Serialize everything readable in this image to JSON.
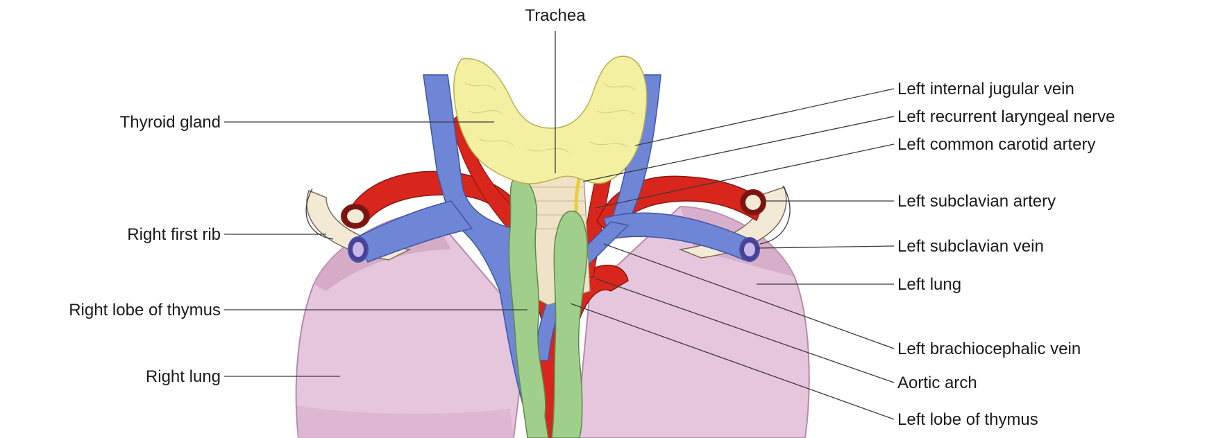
{
  "labels": {
    "trachea": "Trachea",
    "thyroid_gland": "Thyroid gland",
    "right_first_rib": "Right first rib",
    "right_lobe_of_thymus": "Right lobe of thymus",
    "right_lung": "Right lung",
    "left_internal_jugular_vein": "Left internal jugular vein",
    "left_recurrent_laryngeal_nerve": "Left recurrent laryngeal nerve",
    "left_common_carotid_artery": "Left common carotid artery",
    "left_subclavian_artery": "Left subclavian artery",
    "left_subclavian_vein": "Left subclavian vein",
    "left_lung": "Left lung",
    "left_brachiocephalic_vein": "Left brachiocephalic vein",
    "aortic_arch": "Aortic arch",
    "left_lobe_of_thymus": "Left lobe of thymus"
  },
  "colors": {
    "lung": "#e6c6dc",
    "lung_shade": "#cfa0bf",
    "artery": "#d8261c",
    "vein": "#6f86d6",
    "thymus": "#9fcf8a",
    "thyroid": "#f3f0a2",
    "trachea": "#efe2c6",
    "nerve": "#f2e26a",
    "rib": "#f3ead6"
  }
}
